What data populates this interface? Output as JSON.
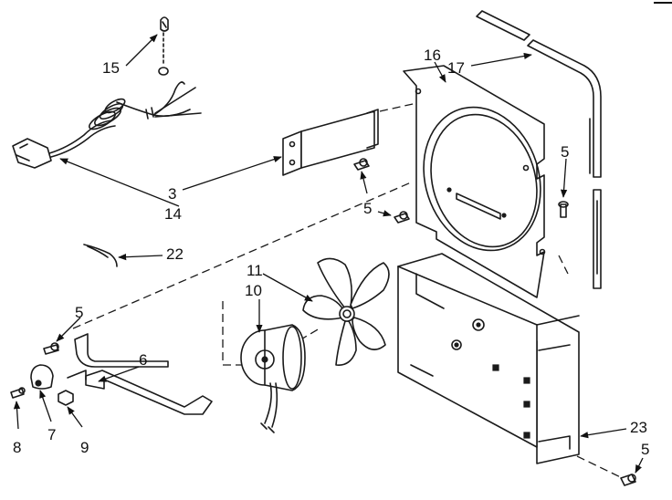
{
  "callouts": [
    {
      "id": "c15",
      "text": "15"
    },
    {
      "id": "c16",
      "text": "16"
    },
    {
      "id": "c17",
      "text": "17"
    },
    {
      "id": "c3",
      "text": "3"
    },
    {
      "id": "c14",
      "text": "14"
    },
    {
      "id": "c5a",
      "text": "5"
    },
    {
      "id": "c5b",
      "text": "5"
    },
    {
      "id": "c5c",
      "text": "5"
    },
    {
      "id": "c5d",
      "text": "5"
    },
    {
      "id": "c22",
      "text": "22"
    },
    {
      "id": "c11",
      "text": "11"
    },
    {
      "id": "c10",
      "text": "10"
    },
    {
      "id": "c6",
      "text": "6"
    },
    {
      "id": "c7",
      "text": "7"
    },
    {
      "id": "c8",
      "text": "8"
    },
    {
      "id": "c9",
      "text": "9"
    },
    {
      "id": "c23",
      "text": "23"
    }
  ]
}
